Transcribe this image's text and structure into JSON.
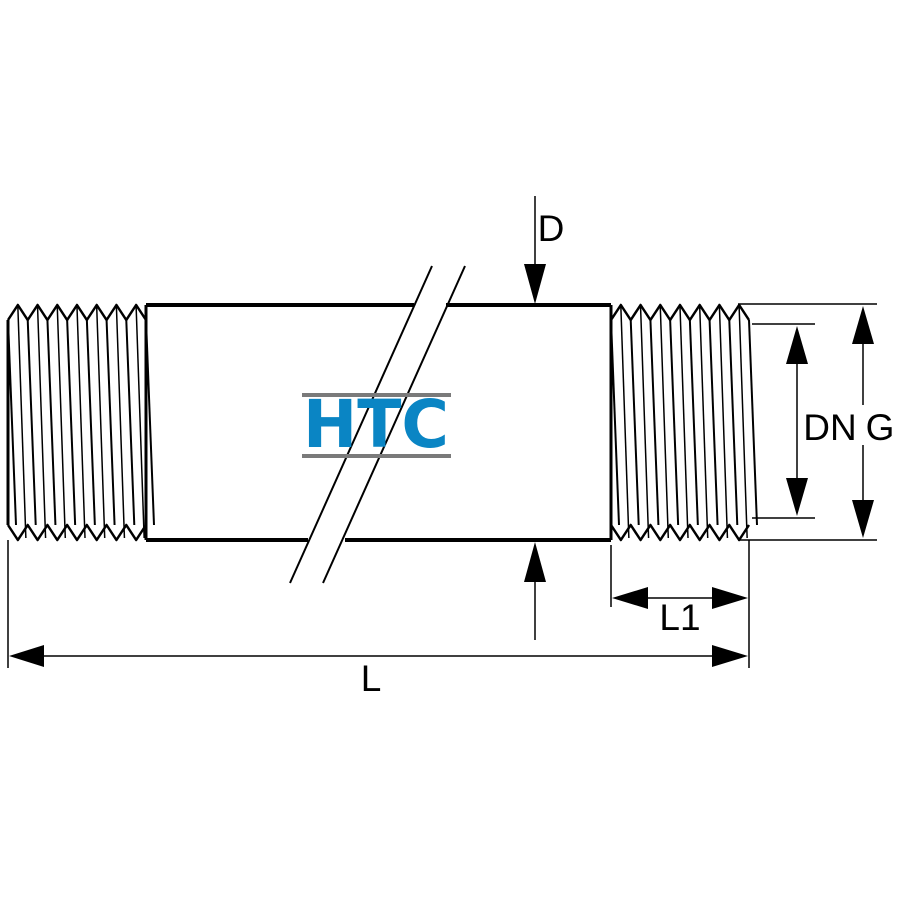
{
  "logo": {
    "text": "HTC",
    "color": "#0a85c4",
    "rule_color": "#7a7a7a"
  },
  "dimensions": {
    "D": "D",
    "DN": "DN",
    "G": "G",
    "L1": "L1",
    "L": "L"
  },
  "colors": {
    "line": "#000000",
    "background": "#ffffff"
  }
}
